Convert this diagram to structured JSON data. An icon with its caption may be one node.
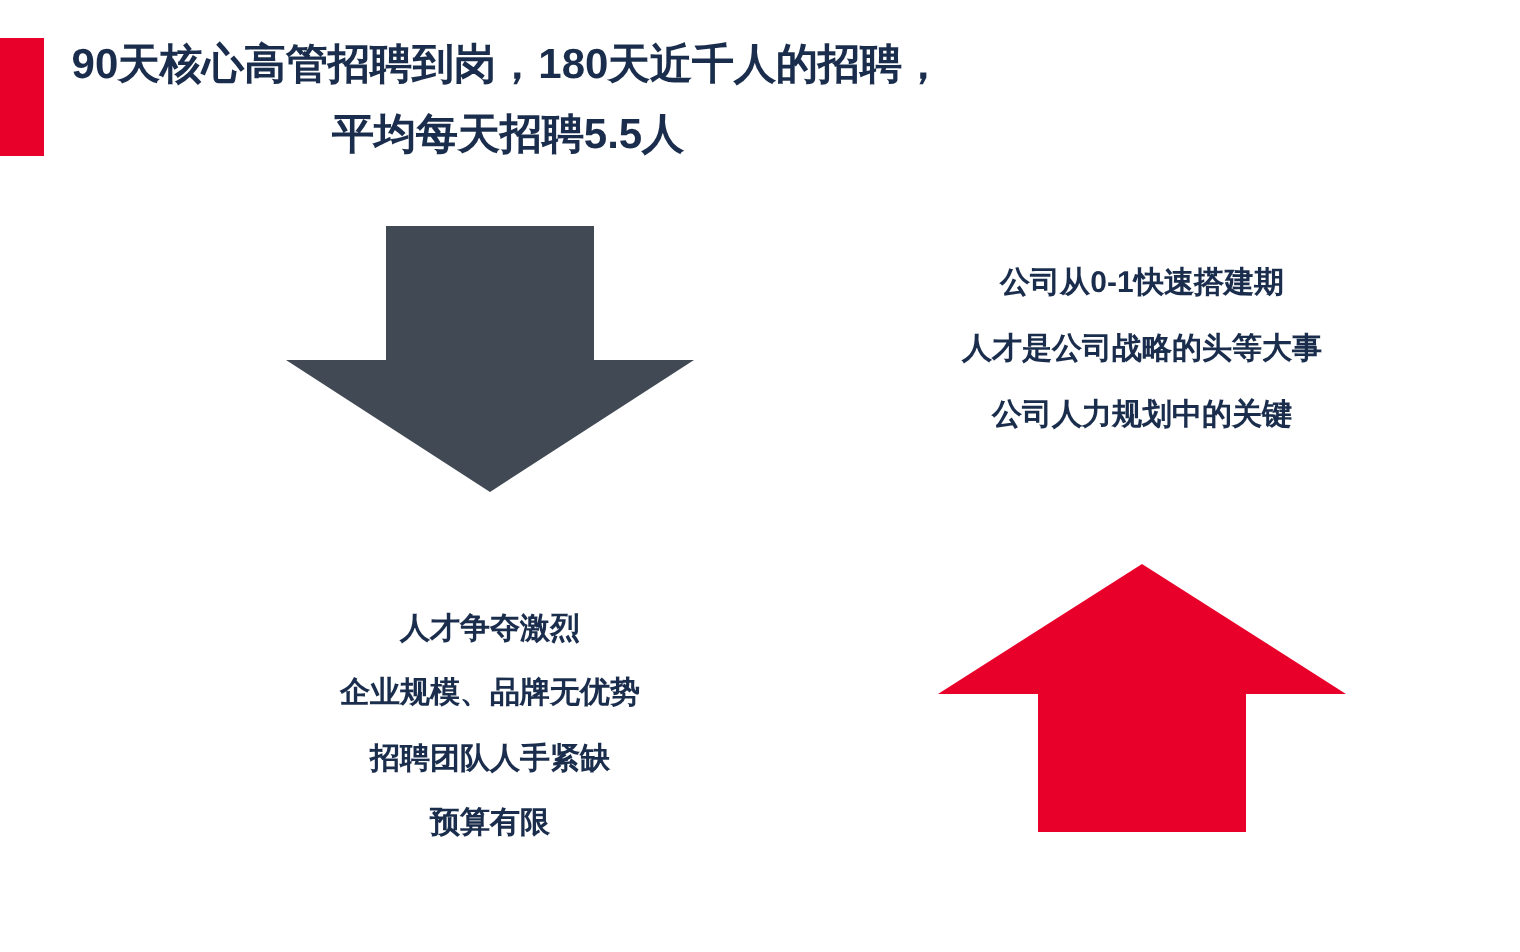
{
  "diagram": {
    "title": "90天核心高管招聘到岗，180天近千人的招聘，平均每天招聘5.5人",
    "labels": [
      "公司从0-1快速搭建期",
      "人才是公司战略的头等大事",
      "公司人力规划中的关键",
      "人才争夺激烈",
      "企业规模、品牌无优势",
      "招聘团队人手紧缺",
      "预算有限"
    ]
  }
}
